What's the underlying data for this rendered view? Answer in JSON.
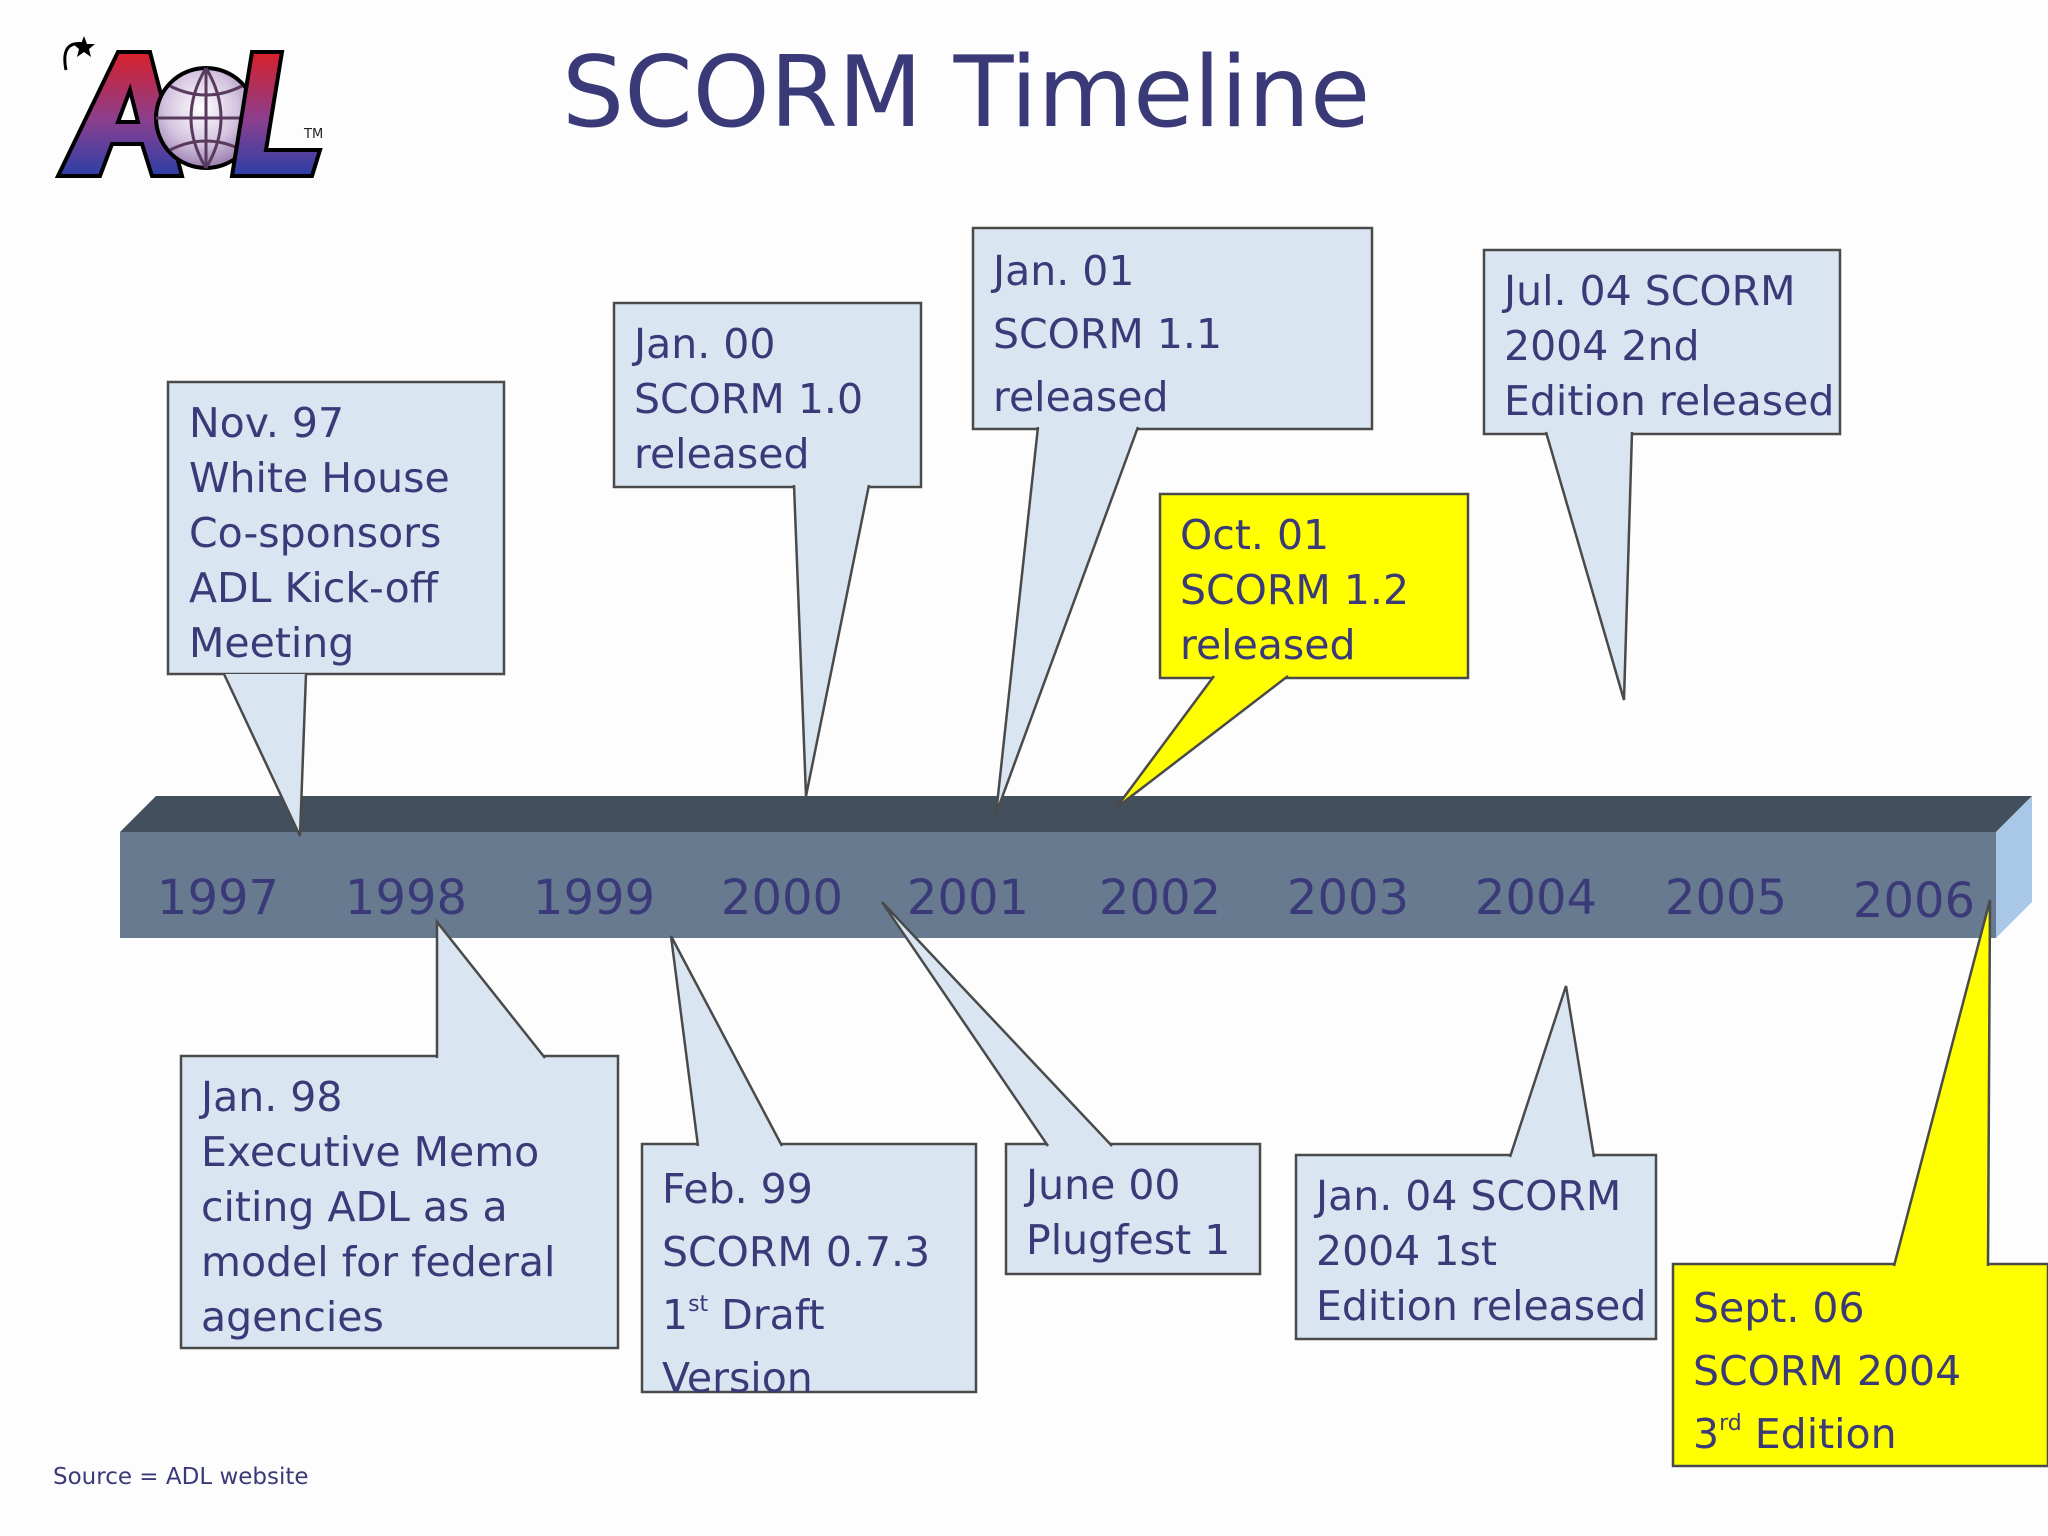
{
  "title": "SCORM Timeline",
  "logo": {
    "text": "ADL",
    "tm": "TM"
  },
  "source": "Source = ADL website",
  "years": [
    "1997",
    "1998",
    "1999",
    "2000",
    "2001",
    "2002",
    "2003",
    "2004",
    "2005",
    "2006"
  ],
  "events": [
    {
      "id": "nov97",
      "lines": [
        "Nov. 97",
        "White House",
        "Co-sponsors",
        "ADL Kick-off",
        "Meeting"
      ],
      "highlight": false
    },
    {
      "id": "jan98",
      "lines": [
        "Jan. 98",
        "Executive Memo",
        "citing ADL as a",
        "model for federal",
        "agencies"
      ],
      "highlight": false
    },
    {
      "id": "feb99",
      "lines": [
        "Feb. 99",
        "SCORM 0.7.3",
        "Draft",
        "Version"
      ],
      "ordinal": {
        "line": 2,
        "number": "1",
        "suffix": "st"
      },
      "highlight": false
    },
    {
      "id": "jan00",
      "lines": [
        "Jan. 00",
        "SCORM 1.0",
        "released"
      ],
      "highlight": false
    },
    {
      "id": "jun00",
      "lines": [
        "June 00",
        "Plugfest 1"
      ],
      "highlight": false
    },
    {
      "id": "jan01",
      "lines": [
        "Jan. 01",
        "SCORM 1.1",
        "released"
      ],
      "highlight": false
    },
    {
      "id": "oct01",
      "lines": [
        "Oct. 01",
        "SCORM 1.2",
        "released"
      ],
      "highlight": true
    },
    {
      "id": "jan04",
      "lines": [
        "Jan. 04  SCORM",
        "2004 1st",
        "Edition released"
      ],
      "highlight": false
    },
    {
      "id": "jul04",
      "lines": [
        "Jul. 04 SCORM",
        "2004 2nd",
        "Edition released"
      ],
      "highlight": false
    },
    {
      "id": "sep06",
      "lines": [
        "Sept. 06",
        "SCORM 2004",
        "Edition"
      ],
      "ordinal": {
        "line": 2,
        "number": "3",
        "suffix": "rd"
      },
      "highlight": true
    }
  ],
  "colors": {
    "title_text": "#3b3a78",
    "callout_fill": "#d9e6f2",
    "callout_border": "#4a4a4a",
    "highlight_fill": "#ffff00",
    "bar_top": "#434f5c",
    "bar_front": "#677a8f",
    "bar_end": "#a9c7e6",
    "year_text": "#3b3a78"
  }
}
